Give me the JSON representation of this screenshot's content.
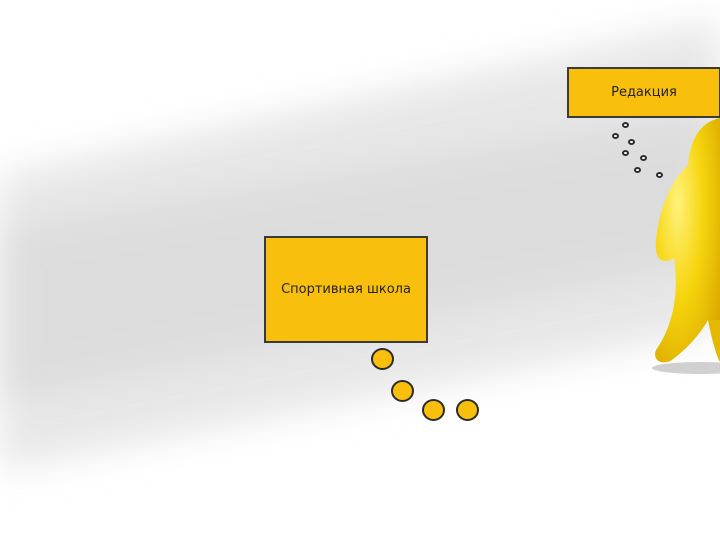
{
  "labels": {
    "sports_school": "Спортивная школа",
    "editorial": "Редакция"
  },
  "colors": {
    "box_fill": "#f9bf0d",
    "box_border": "#3a3a3a",
    "figure": "#f6d40c",
    "floor_shadow": "#d9d9d9"
  },
  "icons": [
    "thought-bubble-dots",
    "yellow-person-figure"
  ]
}
